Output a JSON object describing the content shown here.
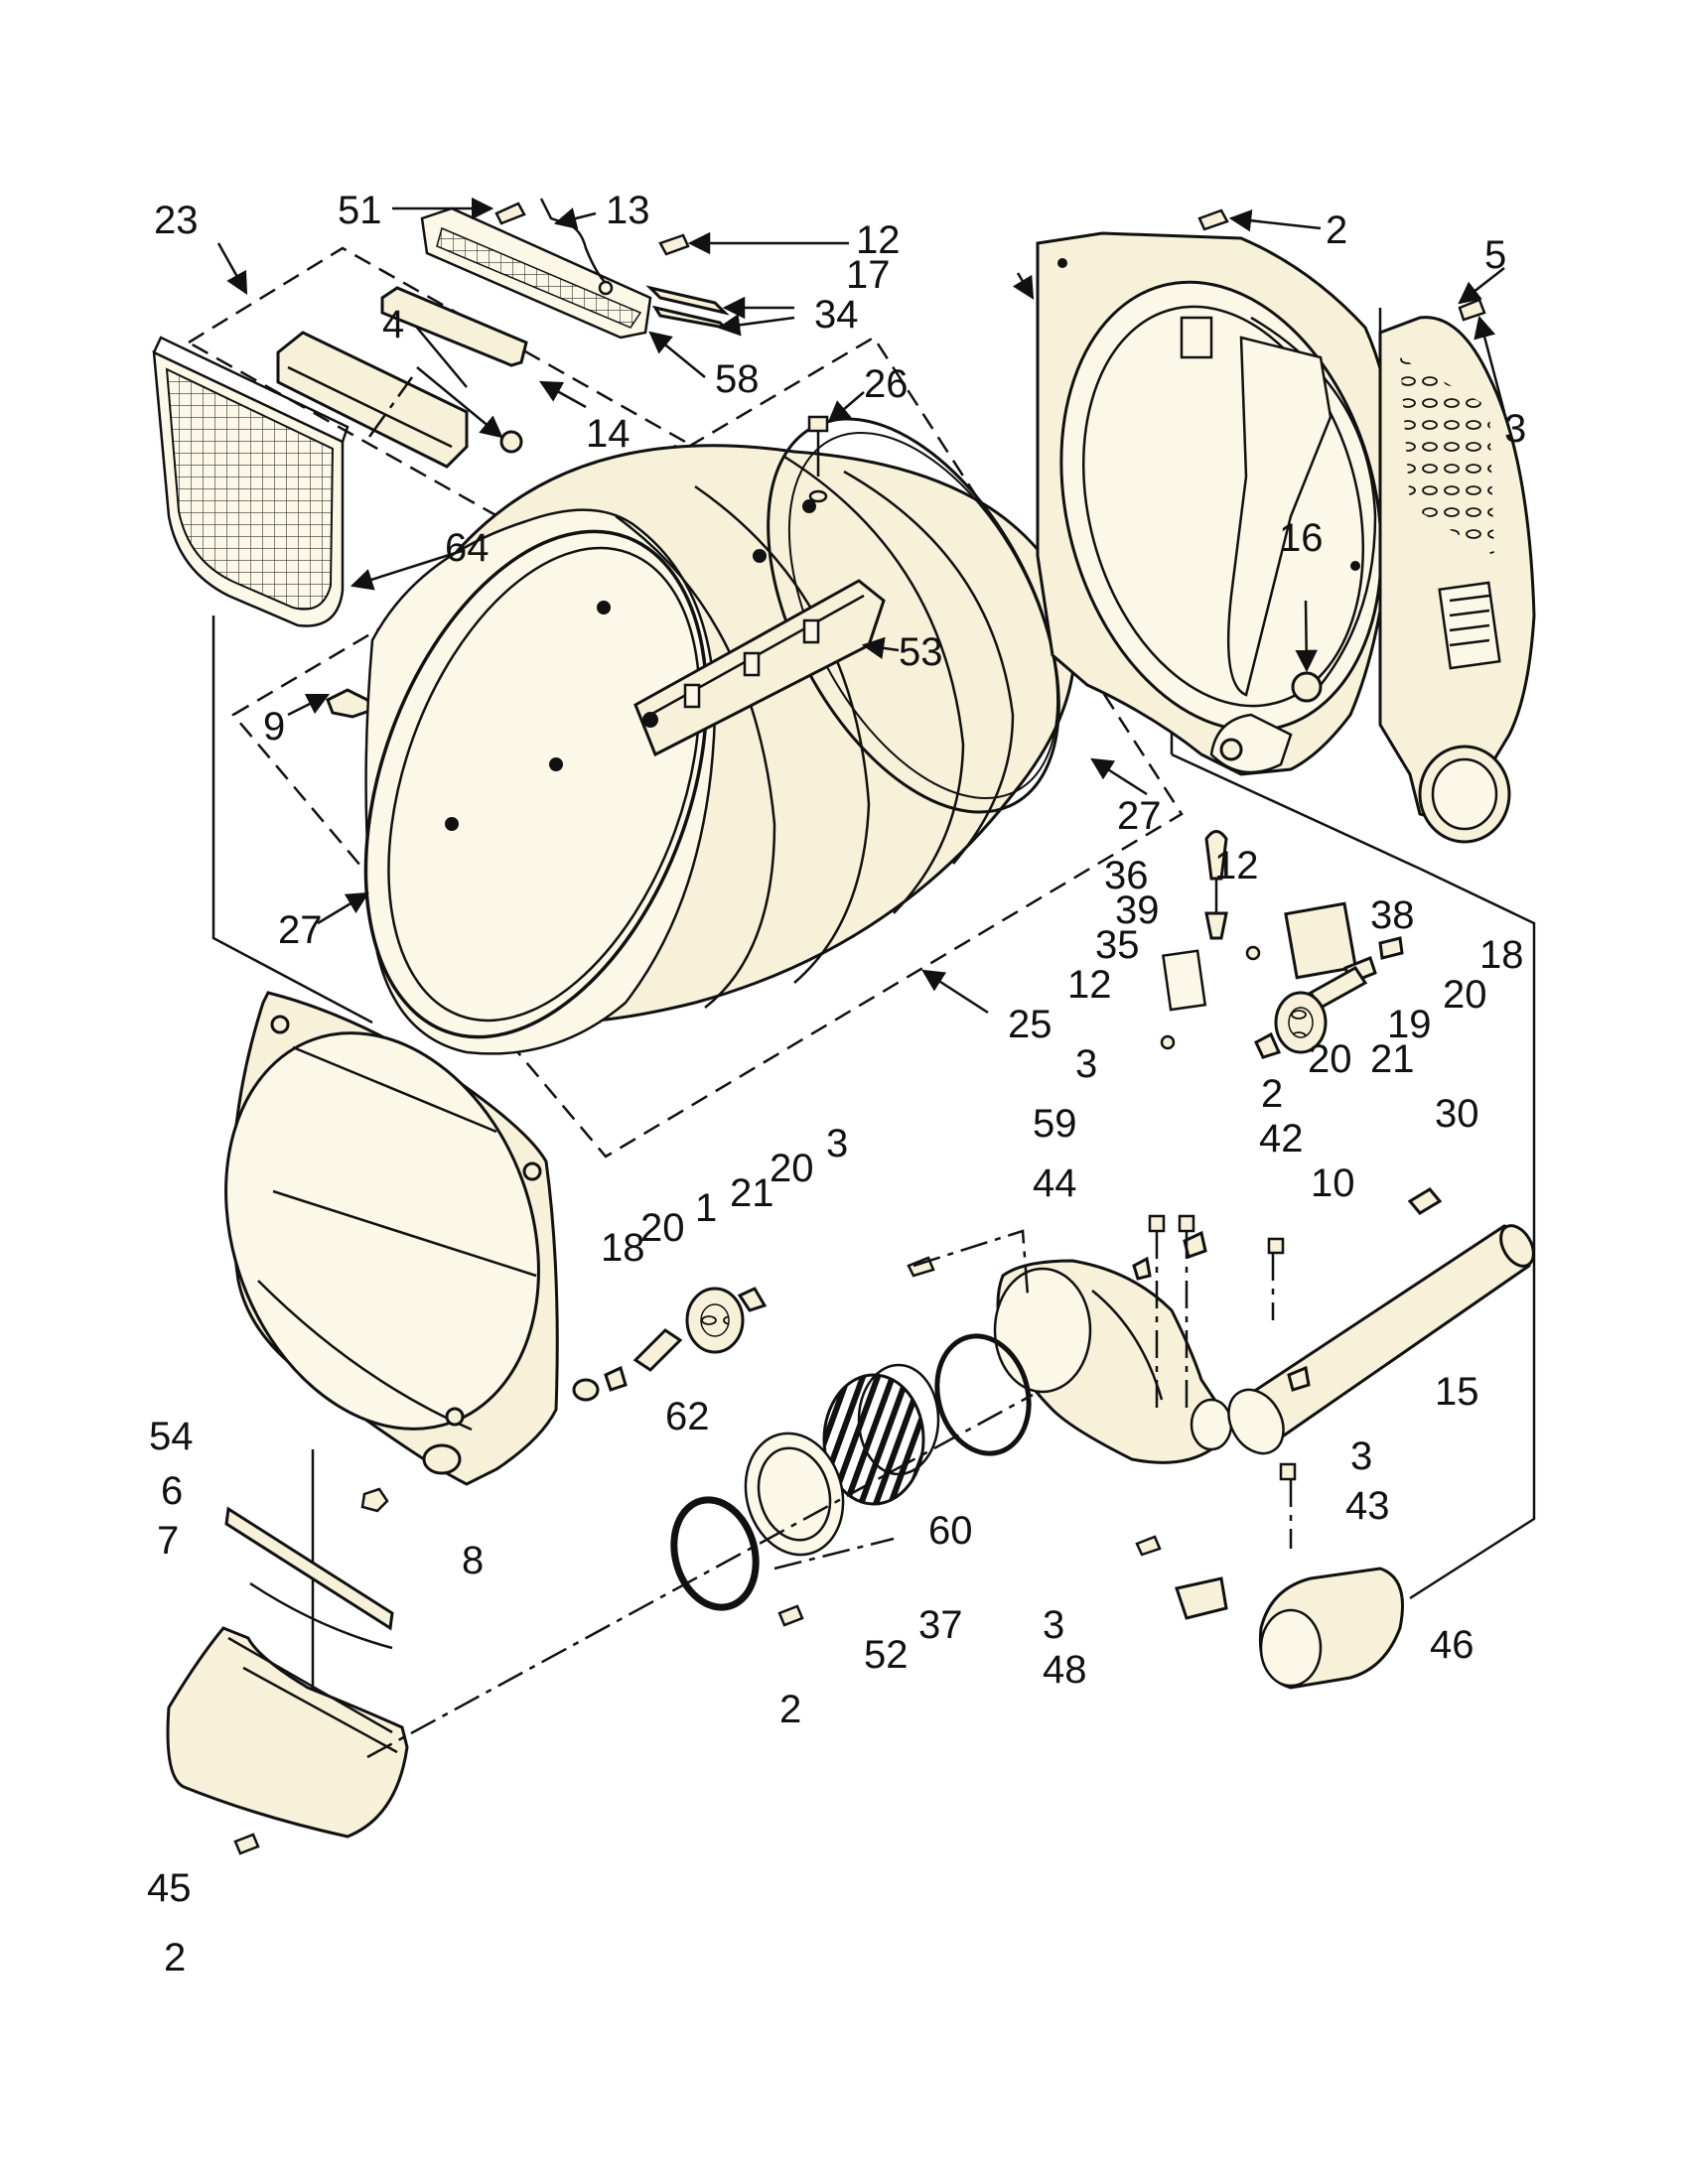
{
  "diagram": {
    "callouts": [
      {
        "id": "c23",
        "text": "23"
      },
      {
        "id": "c51",
        "text": "51"
      },
      {
        "id": "c13",
        "text": "13"
      },
      {
        "id": "c12a",
        "text": "12"
      },
      {
        "id": "c34",
        "text": "34"
      },
      {
        "id": "c58",
        "text": "58"
      },
      {
        "id": "c4",
        "text": "4"
      },
      {
        "id": "c14",
        "text": "14"
      },
      {
        "id": "c64",
        "text": "64"
      },
      {
        "id": "c9",
        "text": "9"
      },
      {
        "id": "c26",
        "text": "26"
      },
      {
        "id": "c53",
        "text": "53"
      },
      {
        "id": "c27a",
        "text": "27"
      },
      {
        "id": "c27b",
        "text": "27"
      },
      {
        "id": "c25",
        "text": "25"
      },
      {
        "id": "c2a",
        "text": "2"
      },
      {
        "id": "c17",
        "text": "17"
      },
      {
        "id": "c5",
        "text": "5"
      },
      {
        "id": "c3a",
        "text": "3"
      },
      {
        "id": "c16",
        "text": "16"
      },
      {
        "id": "c36",
        "text": "36"
      },
      {
        "id": "c12b",
        "text": "12"
      },
      {
        "id": "c39",
        "text": "39"
      },
      {
        "id": "c38",
        "text": "38"
      },
      {
        "id": "c35",
        "text": "35"
      },
      {
        "id": "c18a",
        "text": "18"
      },
      {
        "id": "c12c",
        "text": "12"
      },
      {
        "id": "c20a",
        "text": "20"
      },
      {
        "id": "c19",
        "text": "19"
      },
      {
        "id": "c21a",
        "text": "21"
      },
      {
        "id": "c20b",
        "text": "20"
      },
      {
        "id": "c3b",
        "text": "3"
      },
      {
        "id": "c2b",
        "text": "2"
      },
      {
        "id": "c59",
        "text": "59"
      },
      {
        "id": "c42",
        "text": "42"
      },
      {
        "id": "c30",
        "text": "30"
      },
      {
        "id": "c44",
        "text": "44"
      },
      {
        "id": "c10",
        "text": "10"
      },
      {
        "id": "c3c",
        "text": "3"
      },
      {
        "id": "c20c",
        "text": "20"
      },
      {
        "id": "c21b",
        "text": "21"
      },
      {
        "id": "c1",
        "text": "1"
      },
      {
        "id": "c20d",
        "text": "20"
      },
      {
        "id": "c18b",
        "text": "18"
      },
      {
        "id": "c15",
        "text": "15"
      },
      {
        "id": "c54",
        "text": "54"
      },
      {
        "id": "c62",
        "text": "62"
      },
      {
        "id": "c6",
        "text": "6"
      },
      {
        "id": "c7",
        "text": "7"
      },
      {
        "id": "c8",
        "text": "8"
      },
      {
        "id": "c60",
        "text": "60"
      },
      {
        "id": "c3d",
        "text": "3"
      },
      {
        "id": "c43",
        "text": "43"
      },
      {
        "id": "c37",
        "text": "37"
      },
      {
        "id": "c52",
        "text": "52"
      },
      {
        "id": "c3e",
        "text": "3"
      },
      {
        "id": "c46",
        "text": "46"
      },
      {
        "id": "c48",
        "text": "48"
      },
      {
        "id": "c2c",
        "text": "2"
      },
      {
        "id": "c45",
        "text": "45"
      },
      {
        "id": "c2d",
        "text": "2"
      }
    ]
  }
}
